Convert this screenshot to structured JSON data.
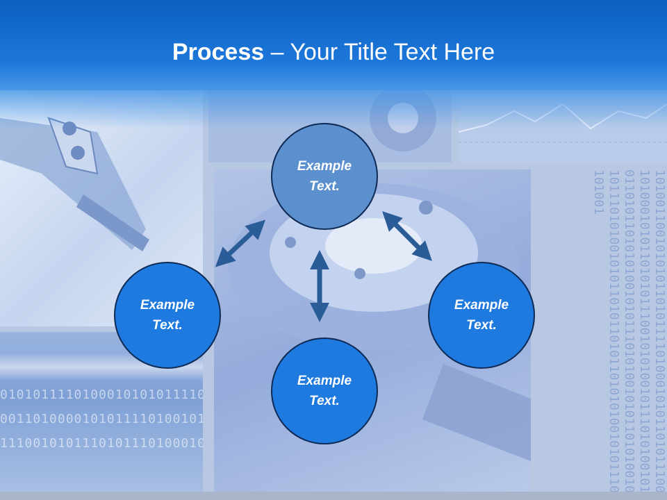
{
  "title": {
    "bold": "Process",
    "rest": " – Your Title Text Here"
  },
  "nodes": [
    {
      "id": "top",
      "line1": "Example",
      "line2": "Text."
    },
    {
      "id": "left",
      "line1": "Example",
      "line2": "Text."
    },
    {
      "id": "right",
      "line1": "Example",
      "line2": "Text."
    },
    {
      "id": "bottom",
      "line1": "Example",
      "line2": "Text."
    }
  ],
  "background": {
    "binary_row1": "0101011110100010101011110",
    "binary_row2": "0011010000101011110100101",
    "binary_row3": "1110010101110101110100010",
    "binary_side": "1010011001010101101011110100010101101011100101000101011010101110010101001011101010010101101011010101001010111010100101011010100101011101010010101101011010110101010010101110101001"
  },
  "colors": {
    "header": "#1d78db",
    "node_top": "#5b8fce",
    "node": "#1f7ae0",
    "arrow": "#2a5d97",
    "outline": "#0d2a55"
  }
}
